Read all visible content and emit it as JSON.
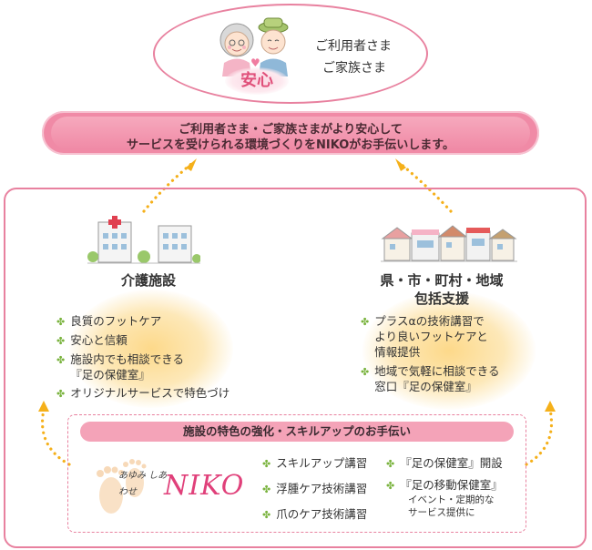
{
  "top": {
    "badge": "安心",
    "line1": "ご利用者さま",
    "line2": "ご家族さま"
  },
  "banner": {
    "line1": "ご利用者さま・ご家族さまがより安心して",
    "line2": "サービスを受けられる環境づくりをNIKOがお手伝いします。"
  },
  "left_section": {
    "title": "介護施設",
    "items": [
      [
        "良質のフットケア"
      ],
      [
        "安心と信頼"
      ],
      [
        "施設内でも相談できる",
        "『足の保健室』"
      ],
      [
        "オリジナルサービスで特色づけ"
      ]
    ]
  },
  "right_section": {
    "title_line1": "県・市・町村・地域",
    "title_line2": "包括支援",
    "items": [
      [
        "プラスαの技術講習で",
        "より良いフットケアと",
        "情報提供"
      ],
      [
        "地域で気軽に相談できる",
        "窓口『足の保健室』"
      ]
    ]
  },
  "bottom": {
    "banner": "施設の特色の強化・スキルアップのお手伝い",
    "logo_text": "NIKO",
    "logo_script": "あゆみ しあわせ",
    "col1": [
      "スキルアップ講習",
      "浮腫ケア技術講習",
      "爪のケア技術講習"
    ],
    "col2": [
      "『足の保健室』開設",
      "『足の移動保健室』"
    ],
    "col2_sub": [
      "イベント・定期的な",
      "サービス提供に"
    ]
  },
  "colors": {
    "pink": "#e8819f",
    "banner_pink": "#f08aa6",
    "orange_arrow": "#f5b01a",
    "leaf_green": "#7ab33e",
    "niko": "#e0407a"
  }
}
